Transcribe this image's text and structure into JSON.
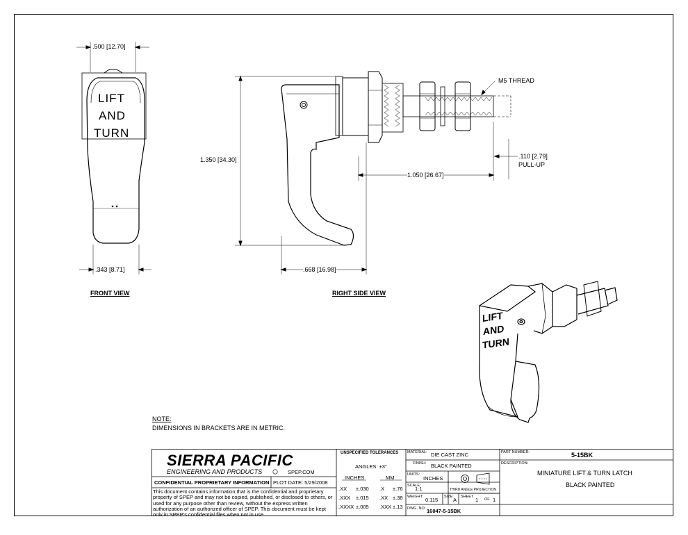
{
  "views": {
    "front": {
      "title": "FRONT VIEW",
      "dim_top": ".500 [12.70]",
      "dim_bottom": ".343 [8.71]",
      "label_lines": [
        "LIFT",
        "AND",
        "TURN"
      ]
    },
    "side": {
      "title": "RIGHT SIDE VIEW",
      "dim_height": "1.350 [34.30]",
      "dim_reach": "1.050 [26.67]",
      "dim_depth": ".668 [16.98]",
      "thread_note": "M5 THREAD",
      "pullup_value": ".110 [2.79]",
      "pullup_label": "PULL-UP"
    },
    "iso": {
      "label_lines": [
        "LIFT",
        "AND",
        "TURN"
      ]
    }
  },
  "note": {
    "heading": "NOTE:",
    "text": "DIMENSIONS IN BRACKETS ARE IN METRIC."
  },
  "title_block": {
    "company": "SIERRA PACIFIC",
    "company_sub": "ENGINEERING AND PRODUCTS",
    "website": "SPEP.COM",
    "confidential_heading": "CONFIDENTIAL PROPRIETARY INFORMATION",
    "plot_date": "PLOT DATE: 5/29/2008",
    "confidential_text": "This document contains information that is the confidential and proprietary property of SPEP and may not be copied, published, or disclosed to others, or used for any purpose  other than review, without the express written authorization of an authorized officer of SPEP. This document must be kept only in SPEP's confidential files when not in use.",
    "tolerances": {
      "heading": "UNSPECIFIED TOLERANCES",
      "angles": "ANGLES: ±3°",
      "inches_label": "INCHES",
      "mm_label": "MM",
      "rows": [
        {
          "in_fmt": ".XX",
          "in_tol": "±.030",
          "mm_fmt": ".X",
          "mm_tol": "±.76"
        },
        {
          "in_fmt": ".XXX",
          "in_tol": "±.015",
          "mm_fmt": ".XX",
          "mm_tol": "±.38"
        },
        {
          "in_fmt": ".XXXX",
          "in_tol": "±.005",
          "mm_fmt": ".XXX",
          "mm_tol": "±.13"
        }
      ]
    },
    "material_label": "MATERIAL:",
    "material": "DIE CAST ZINC",
    "finish_label": "FINISH:",
    "finish": "BLACK PAINTED",
    "units_label": "UNITS:",
    "units": "INCHES",
    "scale_label": "SCALE:",
    "scale": "1:1",
    "projection_label": "THIRD ANGLE PROJECTION",
    "weight_label": "WEIGHT:",
    "weight": "0.115",
    "size_label": "SIZE:",
    "size": "A",
    "sheet_label": "SHEET",
    "sheet": "1",
    "of_label": "OF",
    "sheet_total": "1",
    "dwg_label": "DWG. NO:",
    "dwg_no": "16047-5-15BK",
    "part_label": "PART NUMBER:",
    "part_number": "5-15BK",
    "desc_label": "DESCRIPTION:",
    "description_line1": "MINIATURE LIFT & TURN LATCH",
    "description_line2": "BLACK PAINTED"
  }
}
